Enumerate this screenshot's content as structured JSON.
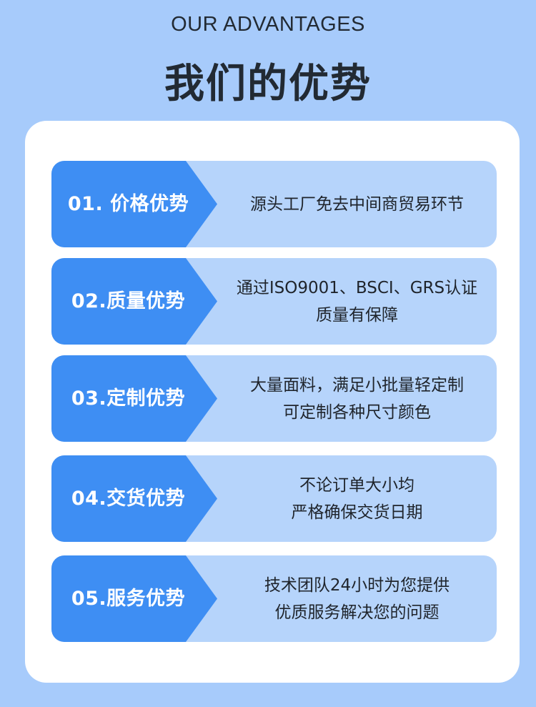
{
  "header": {
    "subtitle": "OUR ADVANTAGES",
    "title": "我们的优势"
  },
  "colors": {
    "background": "#a7cbfb",
    "panel": "#ffffff",
    "card": "#b6d4fb",
    "tab": "#3e8ef3",
    "text_dark": "#222a33"
  },
  "advantages": [
    {
      "label": "01. 价格优势",
      "lines": [
        "源头工厂免去中间商贸易环节"
      ]
    },
    {
      "label": "02.质量优势",
      "lines": [
        "通过ISO9001、BSCI、GRS认证",
        "质量有保障"
      ]
    },
    {
      "label": "03.定制优势",
      "lines": [
        "大量面料，满足小批量轻定制",
        "可定制各种尺寸颜色"
      ]
    },
    {
      "label": "04.交货优势",
      "lines": [
        "不论订单大小均",
        "严格确保交货日期"
      ]
    },
    {
      "label": "05.服务优势",
      "lines": [
        "技术团队24小时为您提供",
        "优质服务解决您的问题"
      ]
    }
  ]
}
